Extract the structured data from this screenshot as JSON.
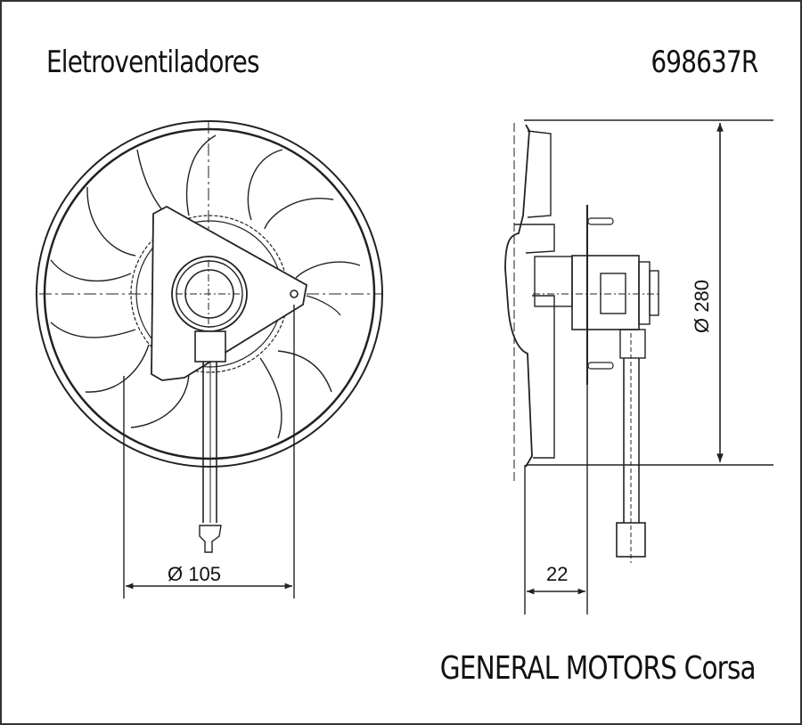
{
  "header": {
    "category": "Eletroventiladores",
    "part_number": "698637R"
  },
  "footer": {
    "brand": "GENERAL MOTORS",
    "model": "Corsa"
  },
  "dimensions": {
    "hub_diameter": "Ø 105",
    "fan_diameter": "Ø 280",
    "depth": "22"
  },
  "views": {
    "front": "front-view-fan",
    "side": "side-view-fan"
  },
  "colors": {
    "line": "#222222",
    "background": "#ffffff"
  }
}
